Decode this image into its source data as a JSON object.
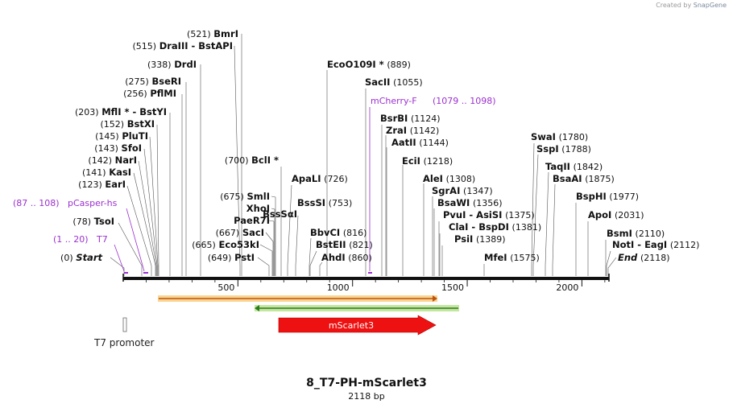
{
  "credit": {
    "prefix": "Created by",
    "brand": "SnapGene"
  },
  "map": {
    "name": "8_T7-PH-mScarlet3",
    "length_label": "2118 bp",
    "length_bp": 2118,
    "ruler_ticks": [
      "500",
      "1000",
      "1500",
      "2000"
    ]
  },
  "sites": [
    {
      "pos": "(0)",
      "name": "Start",
      "bp": 0
    },
    {
      "pos": "(78)",
      "name": "TsoI",
      "bp": 78
    },
    {
      "pos": "(123)",
      "name": "EarI",
      "bp": 123
    },
    {
      "pos": "(141)",
      "name": "KasI",
      "bp": 141
    },
    {
      "pos": "(142)",
      "name": "NarI",
      "bp": 142
    },
    {
      "pos": "(143)",
      "name": "SfoI",
      "bp": 143
    },
    {
      "pos": "(145)",
      "name": "PluTI",
      "bp": 145
    },
    {
      "pos": "(152)",
      "name": "BstXI",
      "bp": 152
    },
    {
      "pos": "(203)",
      "name": "MflI * - BstYI",
      "bp": 203
    },
    {
      "pos": "(256)",
      "name": "PflMI",
      "bp": 256
    },
    {
      "pos": "(275)",
      "name": "BseRI",
      "bp": 275
    },
    {
      "pos": "(338)",
      "name": "DrdI",
      "bp": 338
    },
    {
      "pos": "(515)",
      "name": "DraIII - BstAPI",
      "bp": 515
    },
    {
      "pos": "(521)",
      "name": "BmrI",
      "bp": 521
    },
    {
      "pos": "(649)",
      "name": "PstI",
      "bp": 649
    },
    {
      "pos": "(665)",
      "name": "Eco53kI",
      "bp": 665
    },
    {
      "pos": "(667)",
      "name": "SacI",
      "bp": 667
    },
    {
      "pos": "",
      "name": "PaeR7I",
      "bp": 670
    },
    {
      "pos": "",
      "name": "XhoI",
      "bp": 672
    },
    {
      "pos": "(675)",
      "name": "SmlI",
      "bp": 675
    },
    {
      "pos": "(700)",
      "name": "BclI *",
      "bp": 700
    },
    {
      "pos": "(726)",
      "name": "ApaLI",
      "bp": 726
    },
    {
      "pos": "",
      "name": "BssSαI",
      "bp": 753
    },
    {
      "pos": "(753)",
      "name": "BssSI",
      "bp": 753
    },
    {
      "pos": "(816)",
      "name": "BbvCI",
      "bp": 816
    },
    {
      "pos": "(821)",
      "name": "BstEII",
      "bp": 821
    },
    {
      "pos": "(860)",
      "name": "AhdI",
      "bp": 860
    },
    {
      "pos": "(889)",
      "name": "EcoO109I *",
      "bp": 889
    },
    {
      "pos": "(1055)",
      "name": "SacII",
      "bp": 1055
    },
    {
      "pos": "(1124)",
      "name": "BsrBI",
      "bp": 1124
    },
    {
      "pos": "(1142)",
      "name": "ZraI",
      "bp": 1142
    },
    {
      "pos": "(1144)",
      "name": "AatII",
      "bp": 1144
    },
    {
      "pos": "(1218)",
      "name": "EciI",
      "bp": 1218
    },
    {
      "pos": "(1308)",
      "name": "AleI",
      "bp": 1308
    },
    {
      "pos": "(1347)",
      "name": "SgrAI",
      "bp": 1347
    },
    {
      "pos": "(1356)",
      "name": "BsaWI",
      "bp": 1356
    },
    {
      "pos": "(1375)",
      "name": "PvuI - AsiSI",
      "bp": 1375
    },
    {
      "pos": "(1381)",
      "name": "ClaI - BspDI",
      "bp": 1381
    },
    {
      "pos": "(1389)",
      "name": "PsiI",
      "bp": 1389
    },
    {
      "pos": "(1575)",
      "name": "MfeI",
      "bp": 1575
    },
    {
      "pos": "(1780)",
      "name": "SwaI",
      "bp": 1780
    },
    {
      "pos": "(1788)",
      "name": "SspI",
      "bp": 1788
    },
    {
      "pos": "(1842)",
      "name": "TaqII",
      "bp": 1842
    },
    {
      "pos": "(1875)",
      "name": "BsaAI",
      "bp": 1875
    },
    {
      "pos": "(1977)",
      "name": "BspHI",
      "bp": 1977
    },
    {
      "pos": "(2031)",
      "name": "ApoI",
      "bp": 2031
    },
    {
      "pos": "(2110)",
      "name": "BsmI",
      "bp": 2110
    },
    {
      "pos": "(2112)",
      "name": "NotI - EagI",
      "bp": 2112
    },
    {
      "pos": "(2118)",
      "name": "End",
      "bp": 2118
    }
  ],
  "primers": [
    {
      "name": "T7",
      "range": "(1 .. 20)"
    },
    {
      "name": "pCasper-hs",
      "range": "(87 .. 108)"
    },
    {
      "name": "mCherry-F",
      "range": "(1079 .. 1098)"
    }
  ],
  "features": {
    "orange_arrow": {
      "start": 153,
      "end": 1380,
      "color": "#f0a83a",
      "direction": "right"
    },
    "green_arrow": {
      "start": 580,
      "end": 1470,
      "color": "#7ac943",
      "direction": "left"
    },
    "mscarlet3": {
      "label": "mScarlet3",
      "start": 680,
      "end": 1365,
      "color": "#ee1111",
      "direction": "right"
    },
    "t7_promoter": {
      "label": "T7 promoter"
    }
  },
  "colors": {
    "enzyme": "#000000",
    "primer": "#9b30d0",
    "backbone": "#111111"
  }
}
